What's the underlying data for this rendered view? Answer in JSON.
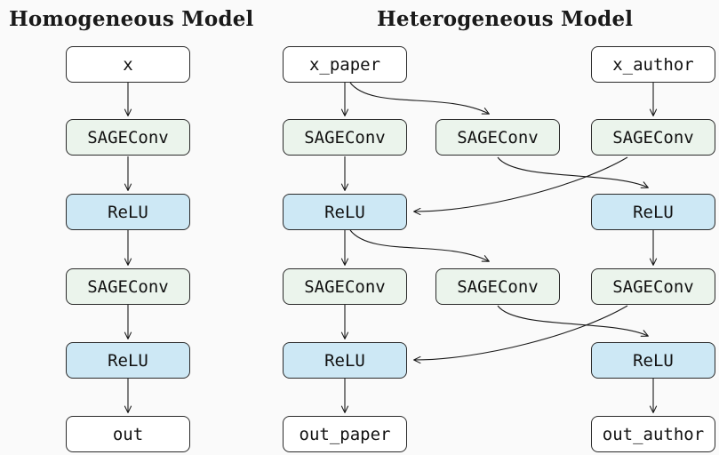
{
  "titles": {
    "homogeneous": "Homogeneous Model",
    "heterogeneous": "Heterogeneous Model"
  },
  "colors": {
    "background": "#fafafa",
    "io_fill": "#ffffff",
    "conv_fill": "#ebf4ec",
    "relu_fill": "#cde8f5",
    "border": "#2a2a2a",
    "arrow": "#1a1a1a"
  },
  "homogeneous": {
    "nodes": [
      {
        "label": "x",
        "type": "io"
      },
      {
        "label": "SAGEConv",
        "type": "conv"
      },
      {
        "label": "ReLU",
        "type": "relu"
      },
      {
        "label": "SAGEConv",
        "type": "conv"
      },
      {
        "label": "ReLU",
        "type": "relu"
      },
      {
        "label": "out",
        "type": "io"
      }
    ]
  },
  "heterogeneous": {
    "paper_column": {
      "input": "x_paper",
      "conv1": "SAGEConv",
      "relu1": "ReLU",
      "conv2": "SAGEConv",
      "relu2": "ReLU",
      "output": "out_paper"
    },
    "middle_column": {
      "conv1": "SAGEConv",
      "conv2": "SAGEConv"
    },
    "author_column": {
      "input": "x_author",
      "conv1": "SAGEConv",
      "relu1": "ReLU",
      "conv2": "SAGEConv",
      "relu2": "ReLU",
      "output": "out_author"
    }
  }
}
